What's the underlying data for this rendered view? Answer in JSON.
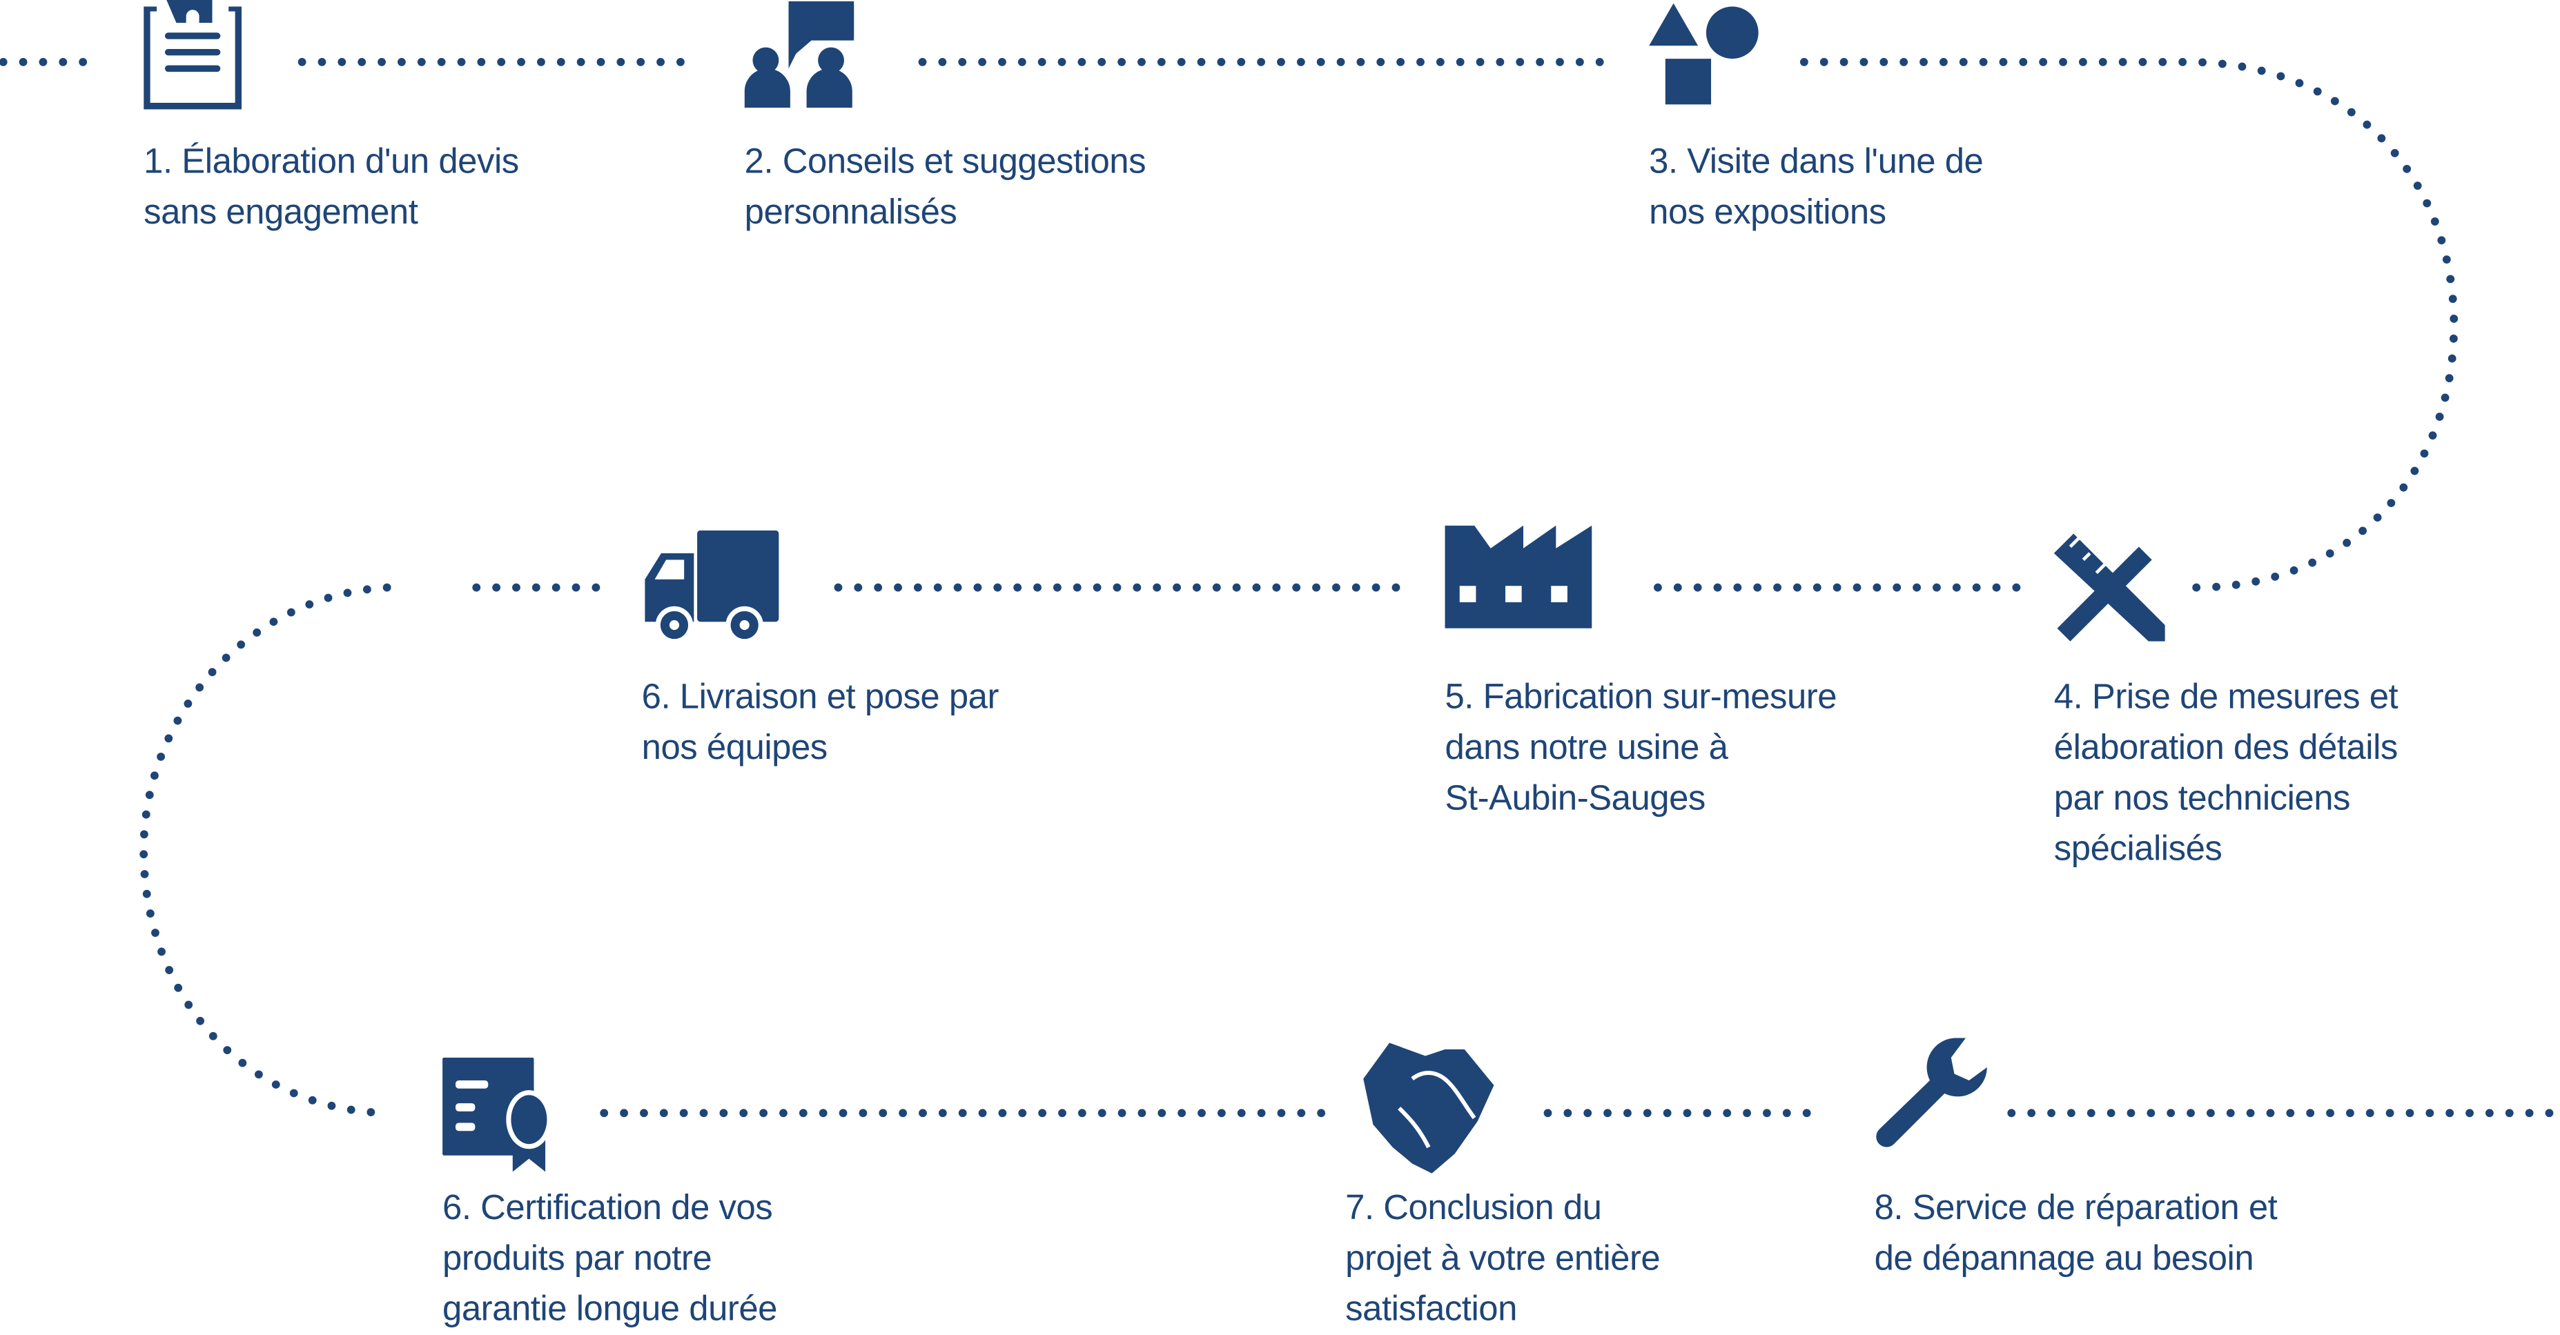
{
  "colors": {
    "primary": "#1f4577",
    "background": "#ffffff"
  },
  "steps": [
    {
      "icon": "clipboard-icon",
      "lines": [
        "1. Élaboration d'un devis",
        "sans engagement"
      ]
    },
    {
      "icon": "consultation-icon",
      "lines": [
        "2. Conseils et suggestions",
        "personnalisés"
      ]
    },
    {
      "icon": "shapes-icon",
      "lines": [
        "3. Visite dans l'une de",
        "nos expositions"
      ]
    },
    {
      "icon": "ruler-pencil-icon",
      "lines": [
        "4. Prise de mesures et",
        "élaboration des détails",
        "par nos techniciens",
        "spécialisés"
      ]
    },
    {
      "icon": "factory-icon",
      "lines": [
        "5. Fabrication sur-mesure",
        "dans notre usine à",
        "St-Aubin-Sauges"
      ]
    },
    {
      "icon": "truck-icon",
      "lines": [
        "6. Livraison et pose par",
        "nos équipes"
      ]
    },
    {
      "icon": "certificate-icon",
      "lines": [
        "6. Certification de vos",
        "produits par notre",
        "garantie longue durée"
      ]
    },
    {
      "icon": "handshake-icon",
      "lines": [
        "7. Conclusion du",
        "projet à votre entière",
        "satisfaction"
      ]
    },
    {
      "icon": "wrench-icon",
      "lines": [
        "8. Service de réparation et",
        "de dépannage au besoin"
      ]
    }
  ]
}
